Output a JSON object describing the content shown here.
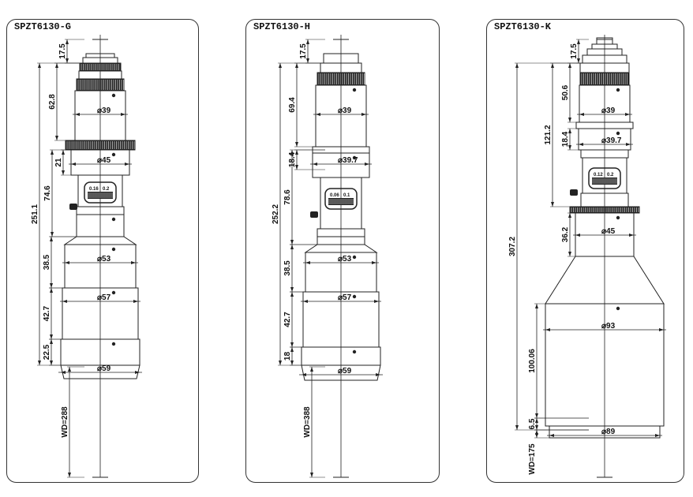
{
  "panels": [
    {
      "title": "SPZT6130-G",
      "dims": [
        "17.5",
        "62.8",
        "21",
        "74.6",
        "251.1",
        "38.5",
        "42.7",
        "22.5",
        "WD=288"
      ],
      "diameters": [
        "⌀39",
        "⌀45",
        "⌀53",
        "⌀57",
        "⌀59"
      ],
      "scale": [
        "0.16",
        "0.2"
      ]
    },
    {
      "title": "SPZT6130-H",
      "dims": [
        "17.5",
        "69.4",
        "18.4",
        "78.6",
        "252.2",
        "38.5",
        "42.7",
        "18",
        "WD=388"
      ],
      "diameters": [
        "⌀39",
        "⌀39.7",
        "⌀53",
        "⌀57",
        "⌀59"
      ],
      "scale": [
        "0.06",
        "0.1"
      ]
    },
    {
      "title": "SPZT6130-K",
      "dims": [
        "17.5",
        "50.6",
        "121.2",
        "18.4",
        "36.2",
        "307.2",
        "100.06",
        "6.5",
        "WD=175"
      ],
      "diameters": [
        "⌀39",
        "⌀39.7",
        "⌀45",
        "⌀93",
        "⌀89"
      ],
      "scale": [
        "0.12",
        "0.2"
      ]
    }
  ]
}
